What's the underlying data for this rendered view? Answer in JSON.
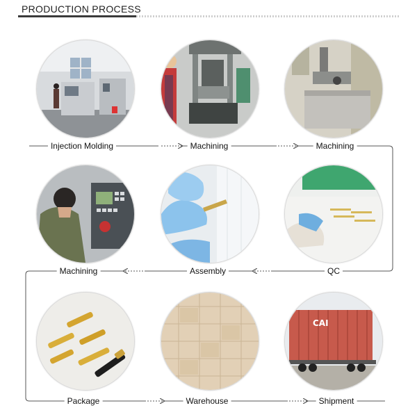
{
  "header": {
    "title": "PRODUCTION PROCESS"
  },
  "steps": [
    {
      "label": "Injection Molding"
    },
    {
      "label": "Machining"
    },
    {
      "label": "Machining"
    },
    {
      "label": "Machining"
    },
    {
      "label": "Assembly"
    },
    {
      "label": "QC"
    },
    {
      "label": "Package"
    },
    {
      "label": "Warehouse"
    },
    {
      "label": "Shipment"
    }
  ],
  "container": {
    "marking": "CAI"
  },
  "colors": {
    "line": "#555555",
    "header_bar": "#3a3a3a"
  }
}
